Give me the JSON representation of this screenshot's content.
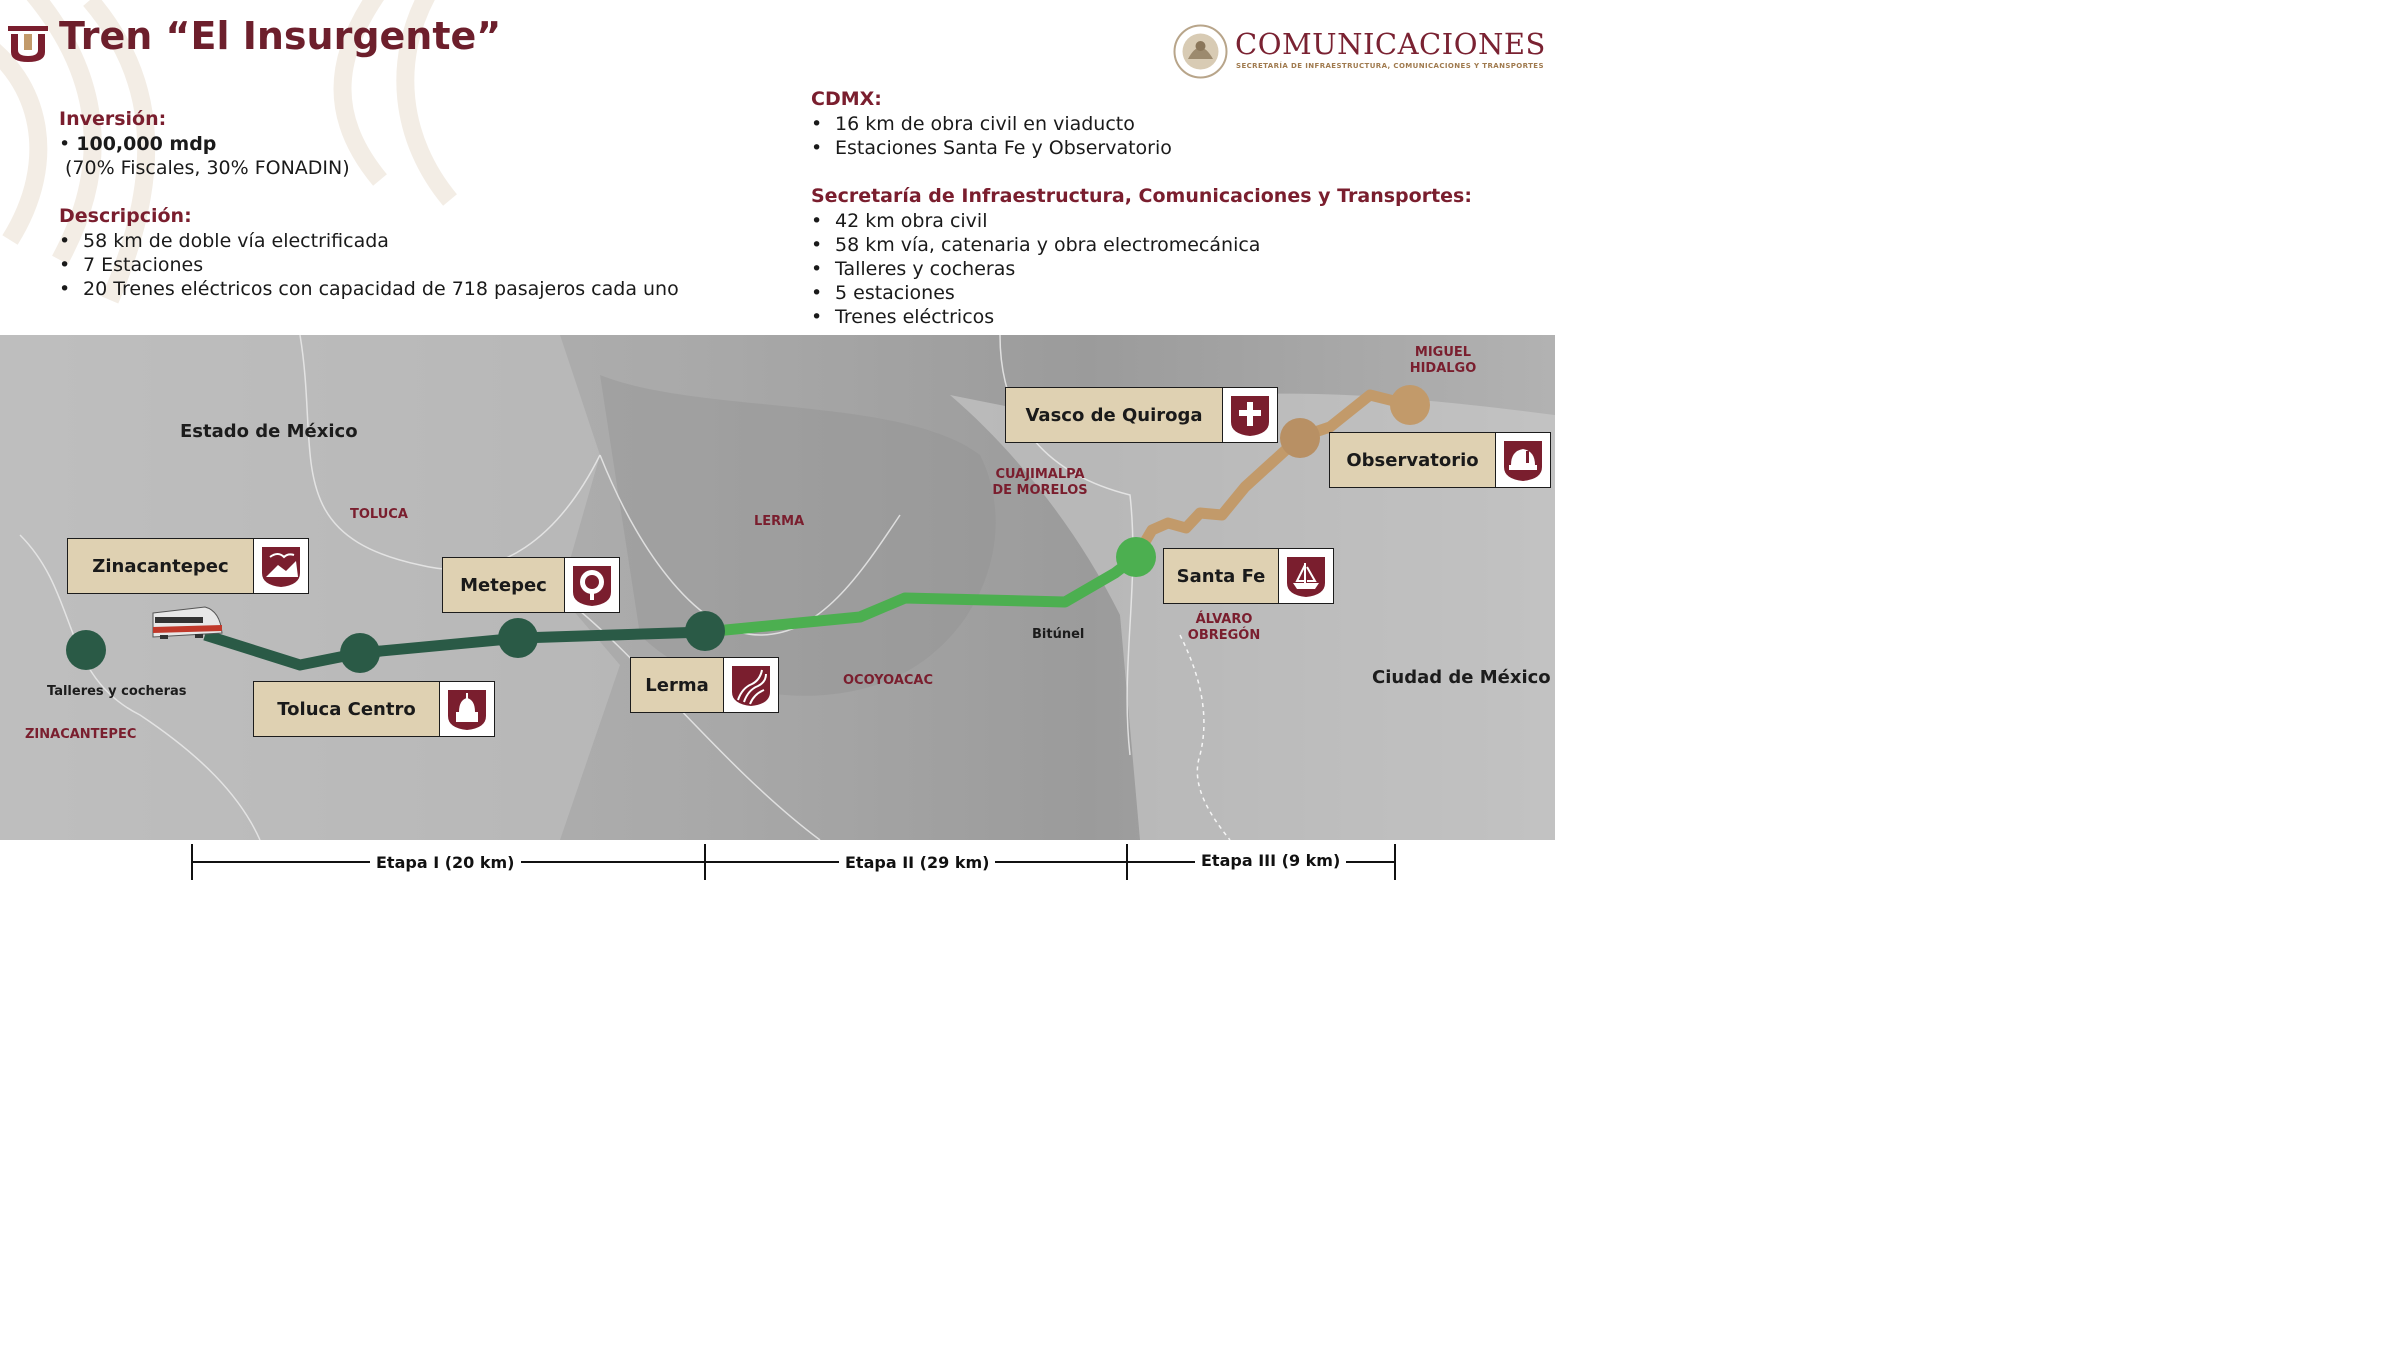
{
  "header": {
    "title": "Tren “El Insurgente”",
    "agency_name": "COMUNICACIONES",
    "agency_subtitle": "SECRETARÍA DE INFRAESTRUCTURA, COMUNICACIONES Y TRANSPORTES",
    "logo_icon": "tren-maya-style-logo-icon",
    "seal_icon": "mexico-coat-of-arms-icon"
  },
  "investment": {
    "heading": "Inversión:",
    "amount": "100,000 mdp",
    "breakdown": "(70% Fiscales, 30% FONADIN)"
  },
  "description": {
    "heading": "Descripción:",
    "items": [
      "58 km de doble vía electrificada",
      "7 Estaciones",
      "20 Trenes eléctricos con capacidad de 718 pasajeros cada uno"
    ]
  },
  "cdmx": {
    "heading": "CDMX:",
    "items": [
      "16 km de obra civil en viaducto",
      "Estaciones Santa Fe y Observatorio"
    ]
  },
  "sict": {
    "heading": "Secretaría de Infraestructura, Comunicaciones y Transportes:",
    "items": [
      "42 km obra civil",
      "58 km vía, catenaria y obra electromecánica",
      "Talleres y cocheras",
      "5 estaciones",
      "Trenes eléctricos"
    ]
  },
  "map": {
    "regions": {
      "edomex": "Estado de México",
      "cdmx": "Ciudad de México"
    },
    "municipalities": {
      "toluca": "TOLUCA",
      "lerma": "LERMA",
      "cuajimalpa": "CUAJIMALPA DE MORELOS",
      "miguel_hidalgo": "MIGUEL HIDALGO",
      "ocoyoacac": "OCOYOACAC",
      "alvaro_obregon": "ÁLVARO OBREGÓN",
      "zinacantepec": "ZINACANTEPEC"
    },
    "labels": {
      "talleres": "Talleres y cocheras",
      "bitunel": "Bitúnel"
    },
    "stations": {
      "zinacantepec": "Zinacantepec",
      "metepec": "Metepec",
      "toluca_centro": "Toluca Centro",
      "lerma": "Lerma",
      "vasco": "Vasco de Quiroga",
      "observatorio": "Observatorio",
      "santa_fe": "Santa Fe"
    },
    "colors": {
      "stage1": "#2a5a46",
      "stage2": "#4caf50",
      "stage3": "#c29a6a",
      "station_box": "#dfd1b2",
      "accent": "#7a1e2e"
    }
  },
  "stages": {
    "stage1": "Etapa I (20 km)",
    "stage2": "Etapa II (29 km)",
    "stage3": "Etapa III (9 km)"
  }
}
